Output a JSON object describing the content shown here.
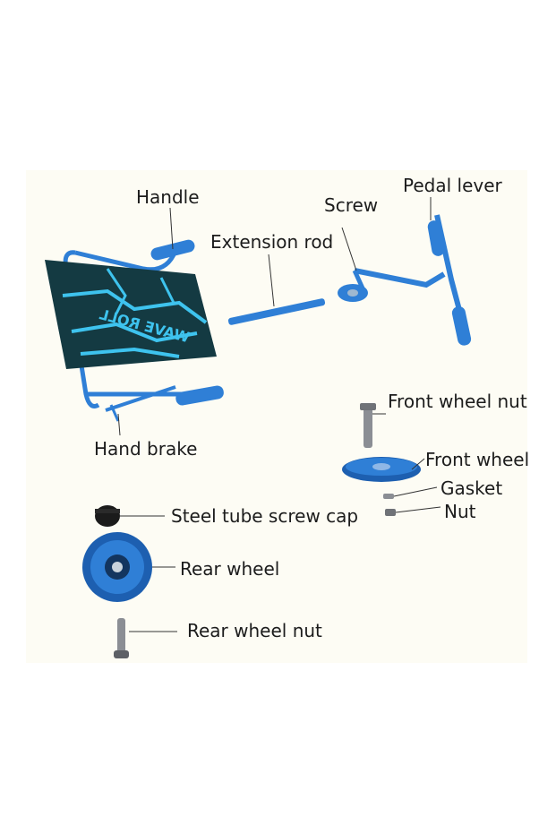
{
  "labels": {
    "handle": "Handle",
    "pedal_lever": "Pedal lever",
    "screw": "Screw",
    "extension_rod": "Extension rod",
    "front_wheel_nut": "Front wheel nut",
    "hand_brake": "Hand brake",
    "front_wheel": "Front wheel",
    "gasket": "Gasket",
    "nut": "Nut",
    "steel_tube_screw_cap": "Steel tube screw cap",
    "rear_wheel": "Rear wheel",
    "rear_wheel_nut": "Rear wheel nut"
  },
  "seat_print": "WAVE ROLL",
  "colors": {
    "part_blue": "#2f7fd6",
    "part_blue_dark": "#1d5fb0",
    "seat_fabric": "#143a42",
    "seat_print": "#3ec3ee",
    "panel_bg": "#fdfcf4"
  }
}
